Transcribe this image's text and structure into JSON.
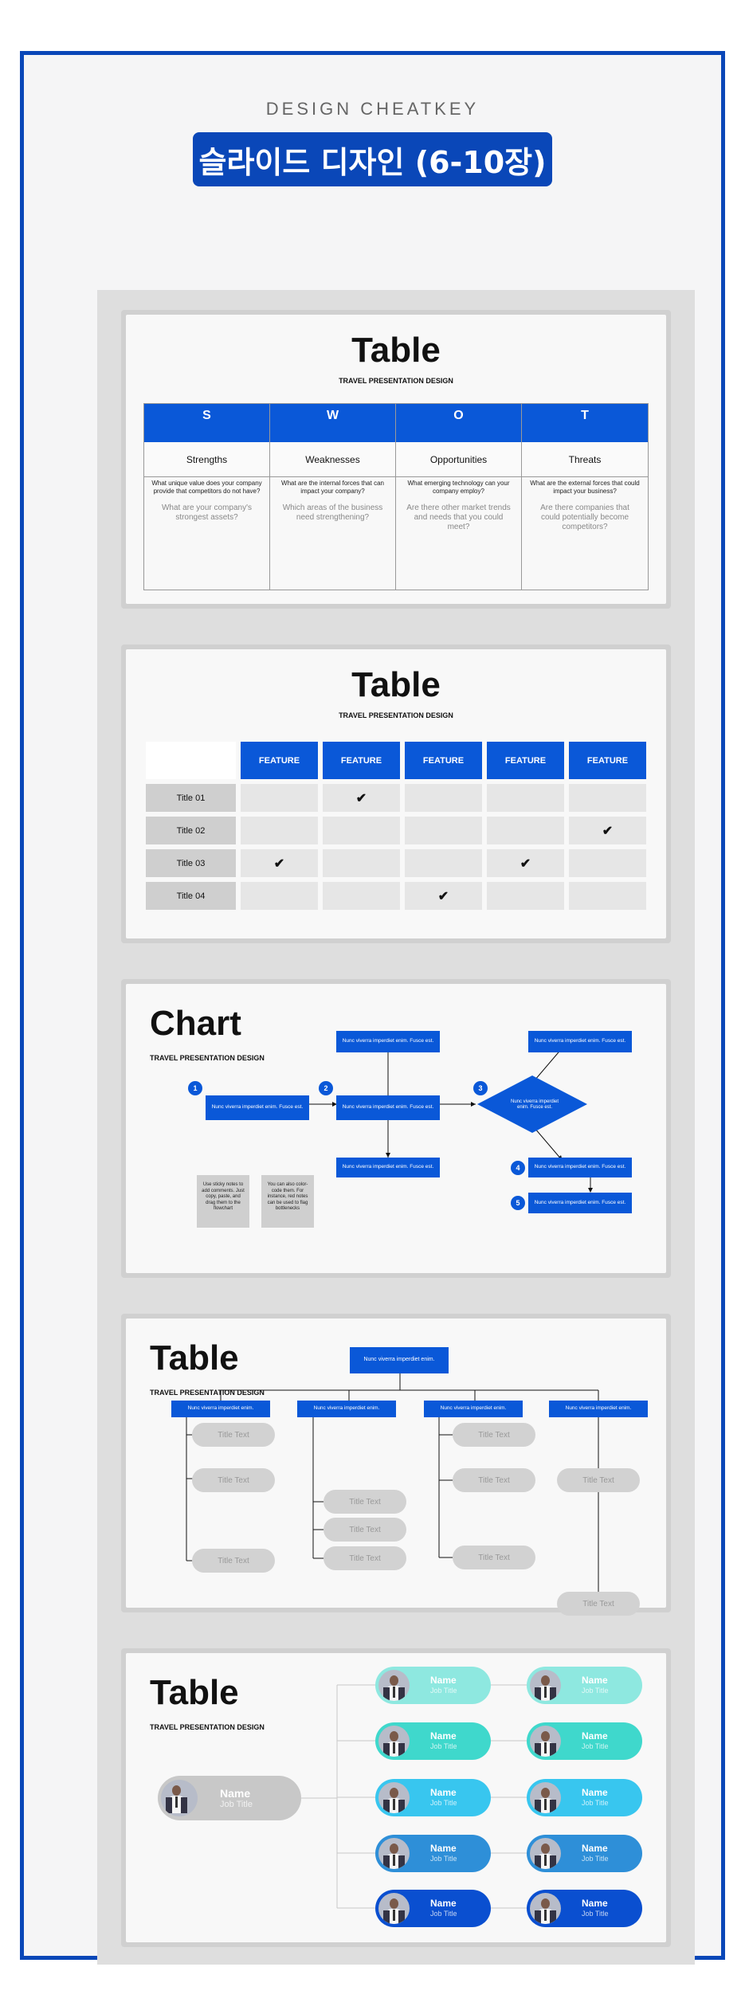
{
  "header": {
    "eyebrow": "DESIGN CHEATKEY",
    "banner": "슬라이드 디자인 (6-10장)"
  },
  "colors": {
    "brand_blue": "#0a58d8",
    "frame_blue": "#0a47b8",
    "team_tiers": [
      "#8ee8e0",
      "#3fd8cc",
      "#38c6ef",
      "#2e8fd8",
      "#0a4fd0"
    ]
  },
  "slide1": {
    "title": "Table",
    "subtitle": "TRAVEL PRESENTATION DESIGN",
    "columns": [
      {
        "letter": "S",
        "name": "Strengths",
        "question": "What unique value does your company provide that competitors do not have?",
        "hint": "What are your company's strongest assets?"
      },
      {
        "letter": "W",
        "name": "Weaknesses",
        "question": "What are the internal forces that can impact your company?",
        "hint": "Which areas of the business need strengthening?"
      },
      {
        "letter": "O",
        "name": "Opportunities",
        "question": "What emerging technology can your company employ?",
        "hint": "Are there other market trends and needs that you could meet?"
      },
      {
        "letter": "T",
        "name": "Threats",
        "question": "What are the external forces that could impact your business?",
        "hint": "Are there companies that could potentially become competitors?"
      }
    ]
  },
  "slide2": {
    "title": "Table",
    "subtitle": "TRAVEL PRESENTATION DESIGN",
    "features": [
      "FEATURE",
      "FEATURE",
      "FEATURE",
      "FEATURE",
      "FEATURE"
    ],
    "rows": [
      {
        "label": "Title 01",
        "cells": [
          "",
          "✔",
          "",
          "",
          ""
        ]
      },
      {
        "label": "Title 02",
        "cells": [
          "",
          "",
          "",
          "",
          "✔"
        ]
      },
      {
        "label": "Title 03",
        "cells": [
          "✔",
          "",
          "",
          "✔",
          ""
        ]
      },
      {
        "label": "Title 04",
        "cells": [
          "",
          "",
          "✔",
          "",
          ""
        ]
      }
    ]
  },
  "slide3": {
    "title": "Chart",
    "subtitle": "TRAVEL PRESENTATION DESIGN",
    "box_text": "Nunc viverra imperdiet enim. Fusce est.",
    "numbers": [
      "1",
      "2",
      "3",
      "4",
      "5"
    ],
    "sticky1": "Use sticky notes to add comments. Just copy, paste, and drag them to the flowchart",
    "sticky2": "You can also color-code them. For instance, red notes can be used to flag bottlenecks"
  },
  "slide4": {
    "title": "Table",
    "subtitle": "TRAVEL PRESENTATION DESIGN",
    "root": "Nunc viverra imperdiet enim.",
    "branch": "Nunc viverra imperdiet enim.",
    "leaf": "Title Text"
  },
  "slide5": {
    "title": "Table",
    "subtitle": "TRAVEL PRESENTATION DESIGN",
    "name": "Name",
    "job": "Job Title"
  }
}
